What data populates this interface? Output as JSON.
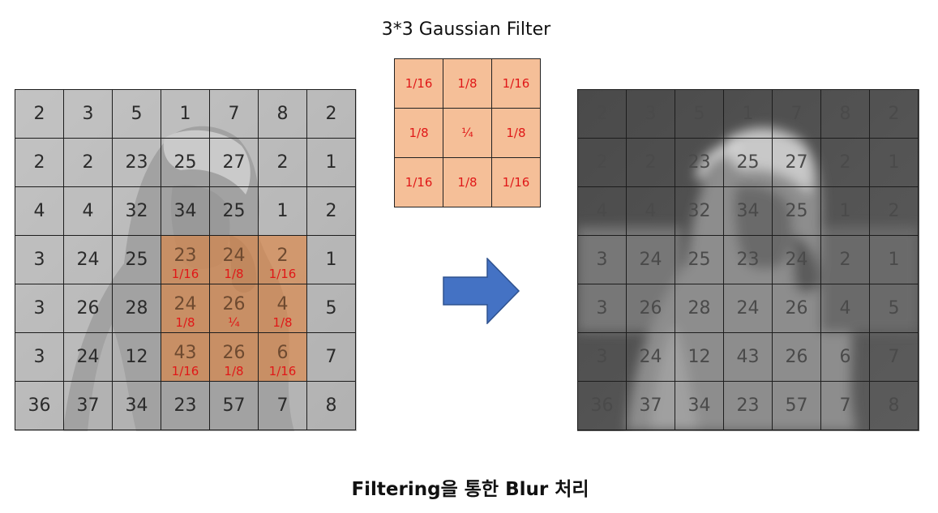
{
  "filter": {
    "title": "3*3 Gaussian Filter",
    "kernel": [
      [
        "1/16",
        "1/8",
        "1/16"
      ],
      [
        "1/8",
        "¼",
        "1/8"
      ],
      [
        "1/16",
        "1/8",
        "1/16"
      ]
    ],
    "cell_color": "#f5bf98",
    "text_color": "#e01818"
  },
  "input_grid": {
    "values": [
      [
        "2",
        "3",
        "5",
        "1",
        "7",
        "8",
        "2"
      ],
      [
        "2",
        "2",
        "23",
        "25",
        "27",
        "2",
        "1"
      ],
      [
        "4",
        "4",
        "32",
        "34",
        "25",
        "1",
        "2"
      ],
      [
        "3",
        "24",
        "25",
        "23",
        "24",
        "2",
        "1"
      ],
      [
        "3",
        "26",
        "28",
        "24",
        "26",
        "4",
        "5"
      ],
      [
        "3",
        "24",
        "12",
        "43",
        "26",
        "6",
        "7"
      ],
      [
        "36",
        "37",
        "34",
        "23",
        "57",
        "7",
        "8"
      ]
    ],
    "highlight_weights": [
      [
        "1/16",
        "1/8",
        "1/16"
      ],
      [
        "1/8",
        "¼",
        "1/8"
      ],
      [
        "1/16",
        "1/8",
        "1/16"
      ]
    ],
    "highlight_color": "#d6864c"
  },
  "output_grid": {
    "values": [
      [
        "2",
        "3",
        "5",
        "1",
        "7",
        "8",
        "2"
      ],
      [
        "2",
        "2",
        "23",
        "25",
        "27",
        "2",
        "1"
      ],
      [
        "4",
        "4",
        "32",
        "34",
        "25",
        "1",
        "2"
      ],
      [
        "3",
        "24",
        "25",
        "23",
        "24",
        "2",
        "1"
      ],
      [
        "3",
        "26",
        "28",
        "24",
        "26",
        "4",
        "5"
      ],
      [
        "3",
        "24",
        "12",
        "43",
        "26",
        "6",
        "7"
      ],
      [
        "36",
        "37",
        "34",
        "23",
        "57",
        "7",
        "8"
      ]
    ]
  },
  "arrow": {
    "icon": "right-arrow-icon",
    "color": "#4472c4"
  },
  "caption": "Filtering을 통한 Blur 처리"
}
